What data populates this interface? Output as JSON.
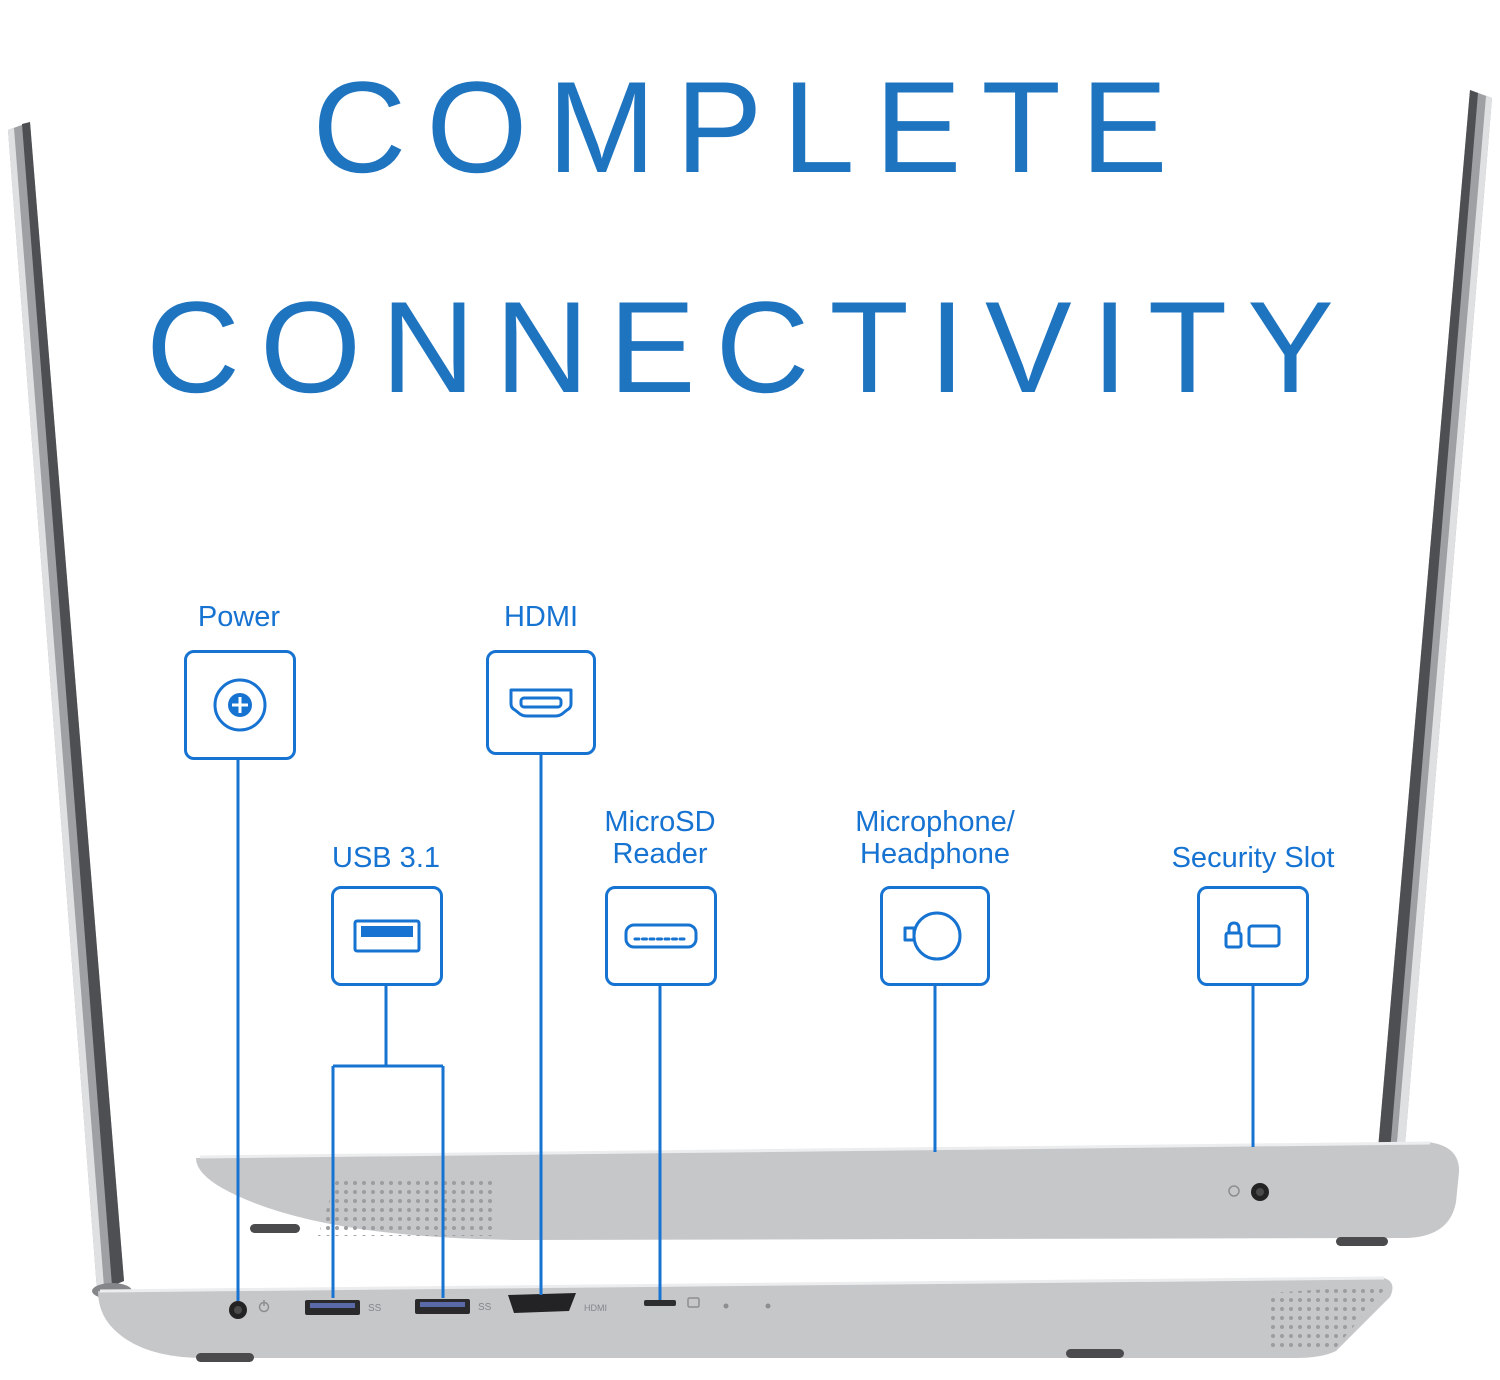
{
  "title": {
    "line1": "COMPLETE",
    "line2": "CONNECTIVITY"
  },
  "colors": {
    "title_blue": "#1f74c0",
    "accent_blue": "#1673d2"
  },
  "callouts": {
    "power": {
      "label": "Power",
      "icon": "power-jack-icon"
    },
    "hdmi": {
      "label": "HDMI",
      "icon": "hdmi-icon"
    },
    "usb": {
      "label": "USB 3.1",
      "icon": "usb-icon"
    },
    "microsd": {
      "line1": "MicroSD",
      "line2": "Reader",
      "icon": "microsd-icon"
    },
    "mic": {
      "line1": "Microphone/",
      "line2": "Headphone",
      "icon": "microphone-headphone-icon"
    },
    "security": {
      "label": "Security Slot",
      "icon": "security-slot-icon"
    }
  },
  "laptop_marks": {
    "usb": "SS",
    "hdmi": "HDMI"
  }
}
